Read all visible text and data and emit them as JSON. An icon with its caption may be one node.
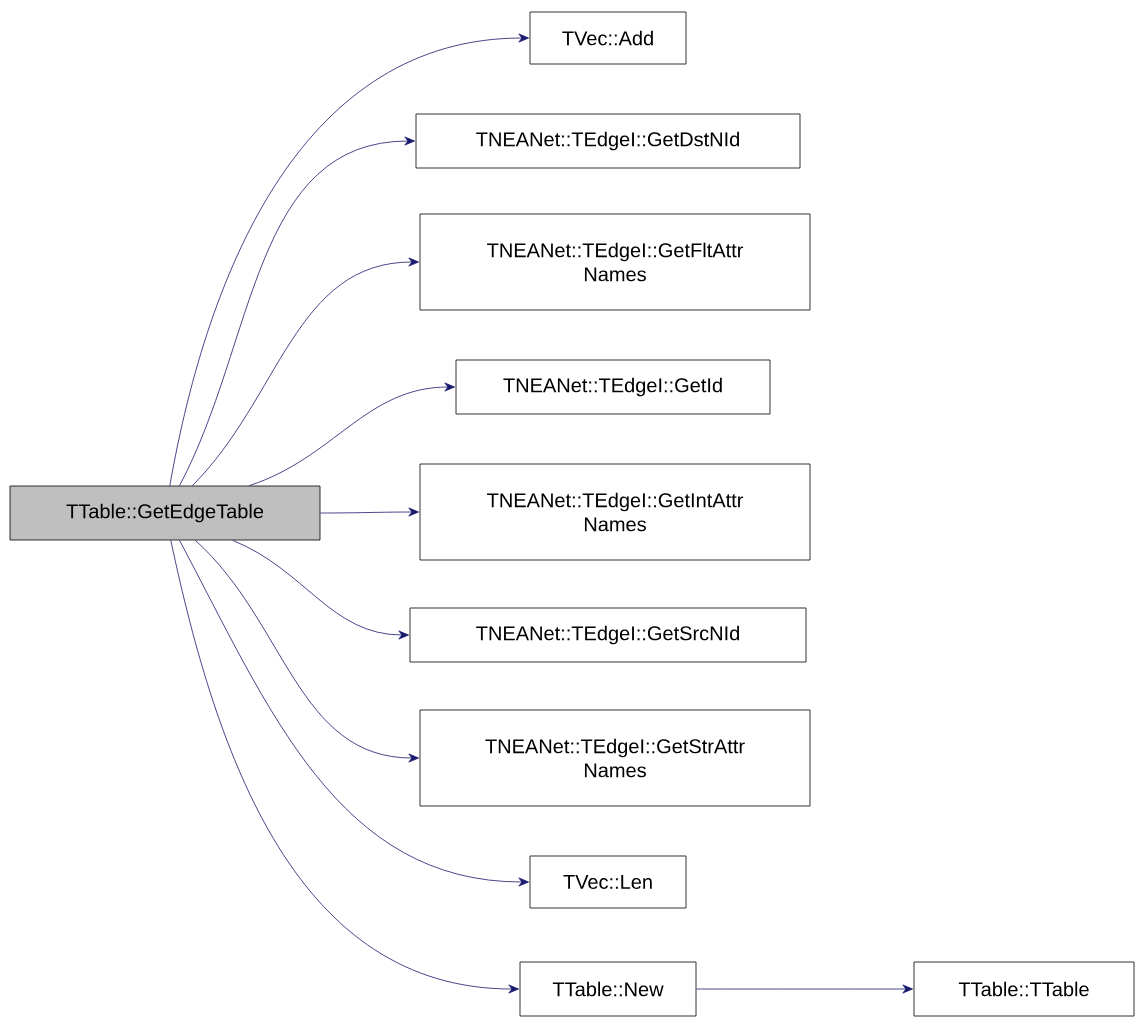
{
  "diagram": {
    "nodes": [
      {
        "text": [
          "TTable::GetEdgeTable"
        ]
      },
      {
        "text": [
          "TVec::Add"
        ]
      },
      {
        "text": [
          "TNEANet::TEdgeI::GetDstNId"
        ]
      },
      {
        "text": [
          "TNEANet::TEdgeI::GetFltAttr Names"
        ]
      },
      {
        "text": [
          "TNEANet::TEdgeI::GetId"
        ]
      },
      {
        "text": [
          "TNEANet::TEdgeI::GetIntAttr Names"
        ]
      },
      {
        "text": [
          "TNEANet::TEdgeI::GetSrcNId"
        ]
      },
      {
        "text": [
          "TNEANet::TEdgeI::GetStrAttr Names"
        ]
      },
      {
        "text": [
          "TVec::Len"
        ]
      },
      {
        "text": [
          "TTable::New"
        ]
      },
      {
        "text": [
          "TTable::TTable"
        ]
      }
    ],
    "edges": [
      {
        "from": 0,
        "to": 1,
        "arrow": "to"
      },
      {
        "from": 0,
        "to": 2,
        "arrow": "to"
      },
      {
        "from": 0,
        "to": 3,
        "arrow": "to"
      },
      {
        "from": 0,
        "to": 4,
        "arrow": "to"
      },
      {
        "from": 0,
        "to": 5,
        "arrow": "to"
      },
      {
        "from": 0,
        "to": 6,
        "arrow": "to"
      },
      {
        "from": 0,
        "to": 7,
        "arrow": "to"
      },
      {
        "from": 0,
        "to": 8,
        "arrow": "to"
      },
      {
        "from": 0,
        "to": 9,
        "arrow": "to"
      },
      {
        "from": 9,
        "to": 10,
        "arrow": "to"
      }
    ]
  }
}
